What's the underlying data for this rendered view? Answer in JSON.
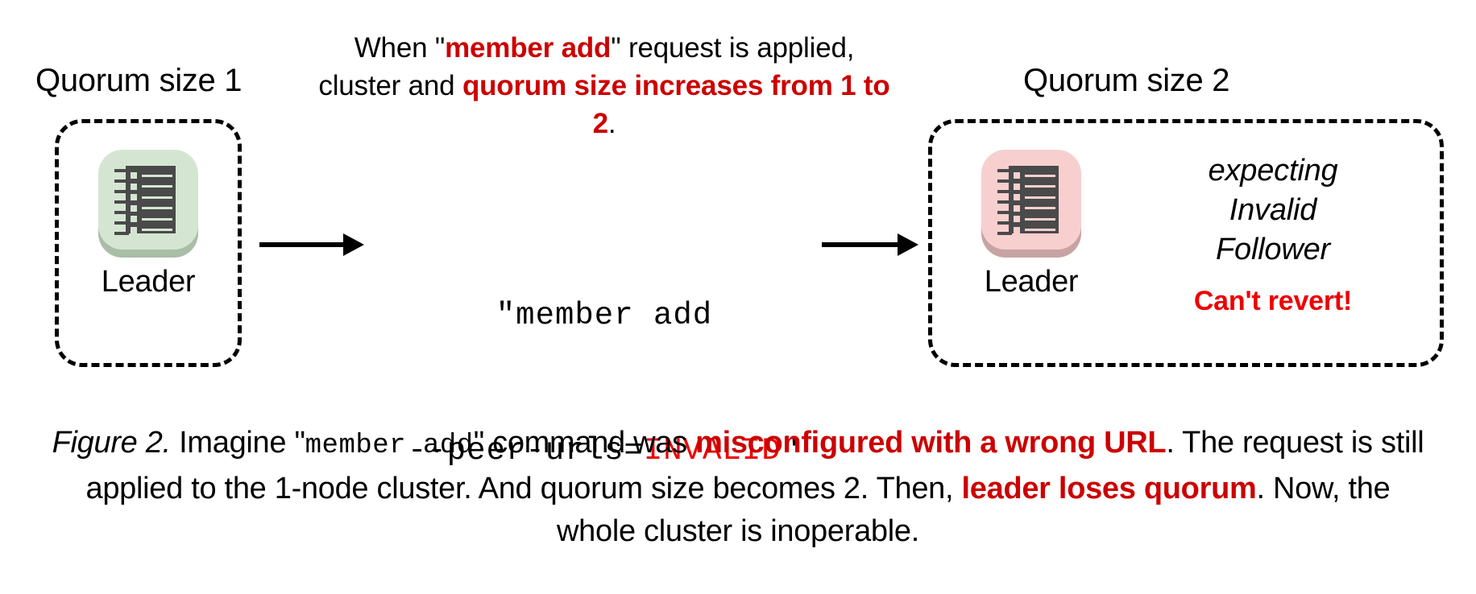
{
  "figure": {
    "top_note": {
      "segments": [
        {
          "text": "When \"",
          "style": "plain"
        },
        {
          "text": "member add",
          "style": "red-bold"
        },
        {
          "text": "\" request is applied, cluster and ",
          "style": "plain"
        },
        {
          "text": "quorum size increases from 1 to 2",
          "style": "red-bold"
        },
        {
          "text": ".",
          "style": "plain"
        }
      ]
    },
    "left_cluster": {
      "quorum_label": "Quorum size 1",
      "node": {
        "icon": "node-notebook-icon",
        "label": "Leader",
        "color": "#d4e6d2"
      }
    },
    "right_cluster": {
      "quorum_label": "Quorum size 2",
      "node": {
        "icon": "node-notebook-icon",
        "label": "Leader",
        "color": "#f7cfcf"
      },
      "status_lines": [
        "expecting",
        "Invalid",
        "Follower"
      ],
      "warning": "Can't revert!"
    },
    "command": {
      "line1": "\"member add",
      "line2_prefix": "--peer-urls=",
      "line2_value": "INVALID",
      "line2_suffix": "\""
    },
    "arrows": {
      "arrow1": "arrow-right",
      "arrow2": "arrow-right"
    },
    "caption": {
      "segments": [
        {
          "text": "Figure 2.",
          "style": "fig-no"
        },
        {
          "text": " Imagine \"",
          "style": "plain"
        },
        {
          "text": "member add",
          "style": "mono"
        },
        {
          "text": "\" command was ",
          "style": "plain"
        },
        {
          "text": "misconfigured with a wrong URL",
          "style": "red-bold"
        },
        {
          "text": ". The request is still applied to the 1-node cluster. And quorum size becomes 2. Then, ",
          "style": "plain"
        },
        {
          "text": "leader loses quorum",
          "style": "red-bold"
        },
        {
          "text": ". Now, the whole cluster is inoperable.",
          "style": "plain"
        }
      ]
    },
    "colors": {
      "accent_red": "#cc0000",
      "bright_red": "#ee0000",
      "leader_green": "#d4e6d2",
      "leader_pink": "#f7cfcf",
      "icon_dark": "#4a4a4a",
      "background": "#ffffff"
    }
  }
}
